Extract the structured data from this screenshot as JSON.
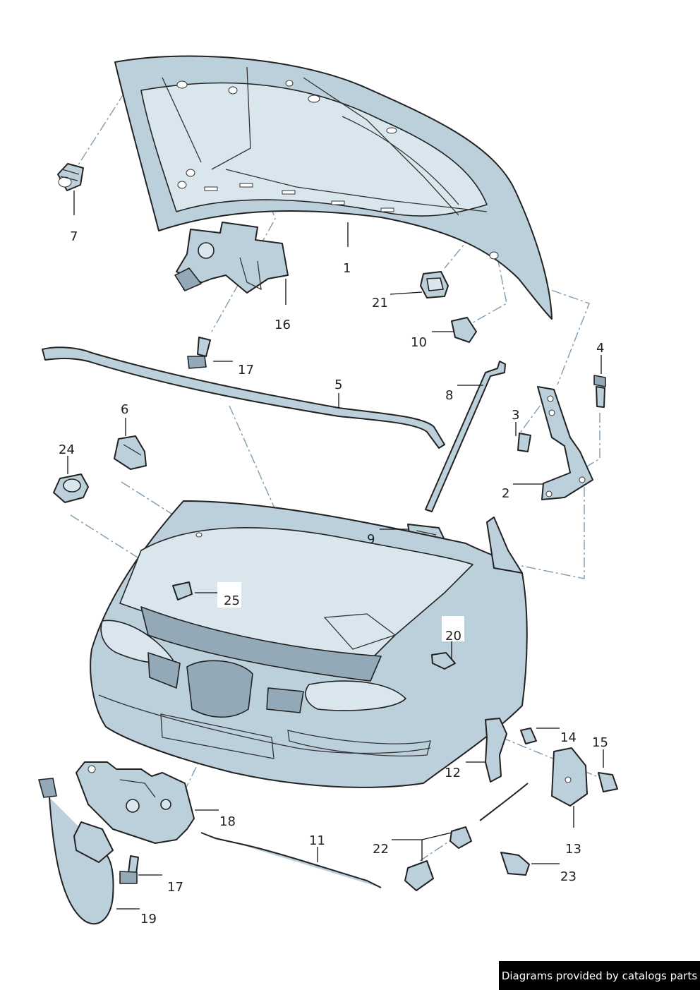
{
  "diagram": {
    "callouts": [
      {
        "id": "1",
        "label": "1"
      },
      {
        "id": "2",
        "label": "2"
      },
      {
        "id": "3",
        "label": "3"
      },
      {
        "id": "4",
        "label": "4"
      },
      {
        "id": "5",
        "label": "5"
      },
      {
        "id": "6",
        "label": "6"
      },
      {
        "id": "7",
        "label": "7"
      },
      {
        "id": "8",
        "label": "8"
      },
      {
        "id": "9",
        "label": "9"
      },
      {
        "id": "10",
        "label": "10"
      },
      {
        "id": "11",
        "label": "11"
      },
      {
        "id": "12",
        "label": "12"
      },
      {
        "id": "13",
        "label": "13"
      },
      {
        "id": "14",
        "label": "14"
      },
      {
        "id": "15",
        "label": "15"
      },
      {
        "id": "16",
        "label": "16"
      },
      {
        "id": "17a",
        "label": "17"
      },
      {
        "id": "17b",
        "label": "17"
      },
      {
        "id": "18",
        "label": "18"
      },
      {
        "id": "19",
        "label": "19"
      },
      {
        "id": "20",
        "label": "20"
      },
      {
        "id": "21",
        "label": "21"
      },
      {
        "id": "22",
        "label": "22"
      },
      {
        "id": "23",
        "label": "23"
      },
      {
        "id": "24",
        "label": "24"
      },
      {
        "id": "25",
        "label": "25"
      }
    ]
  },
  "footer": {
    "watermark": "Diagrams provided by catalogs parts"
  }
}
